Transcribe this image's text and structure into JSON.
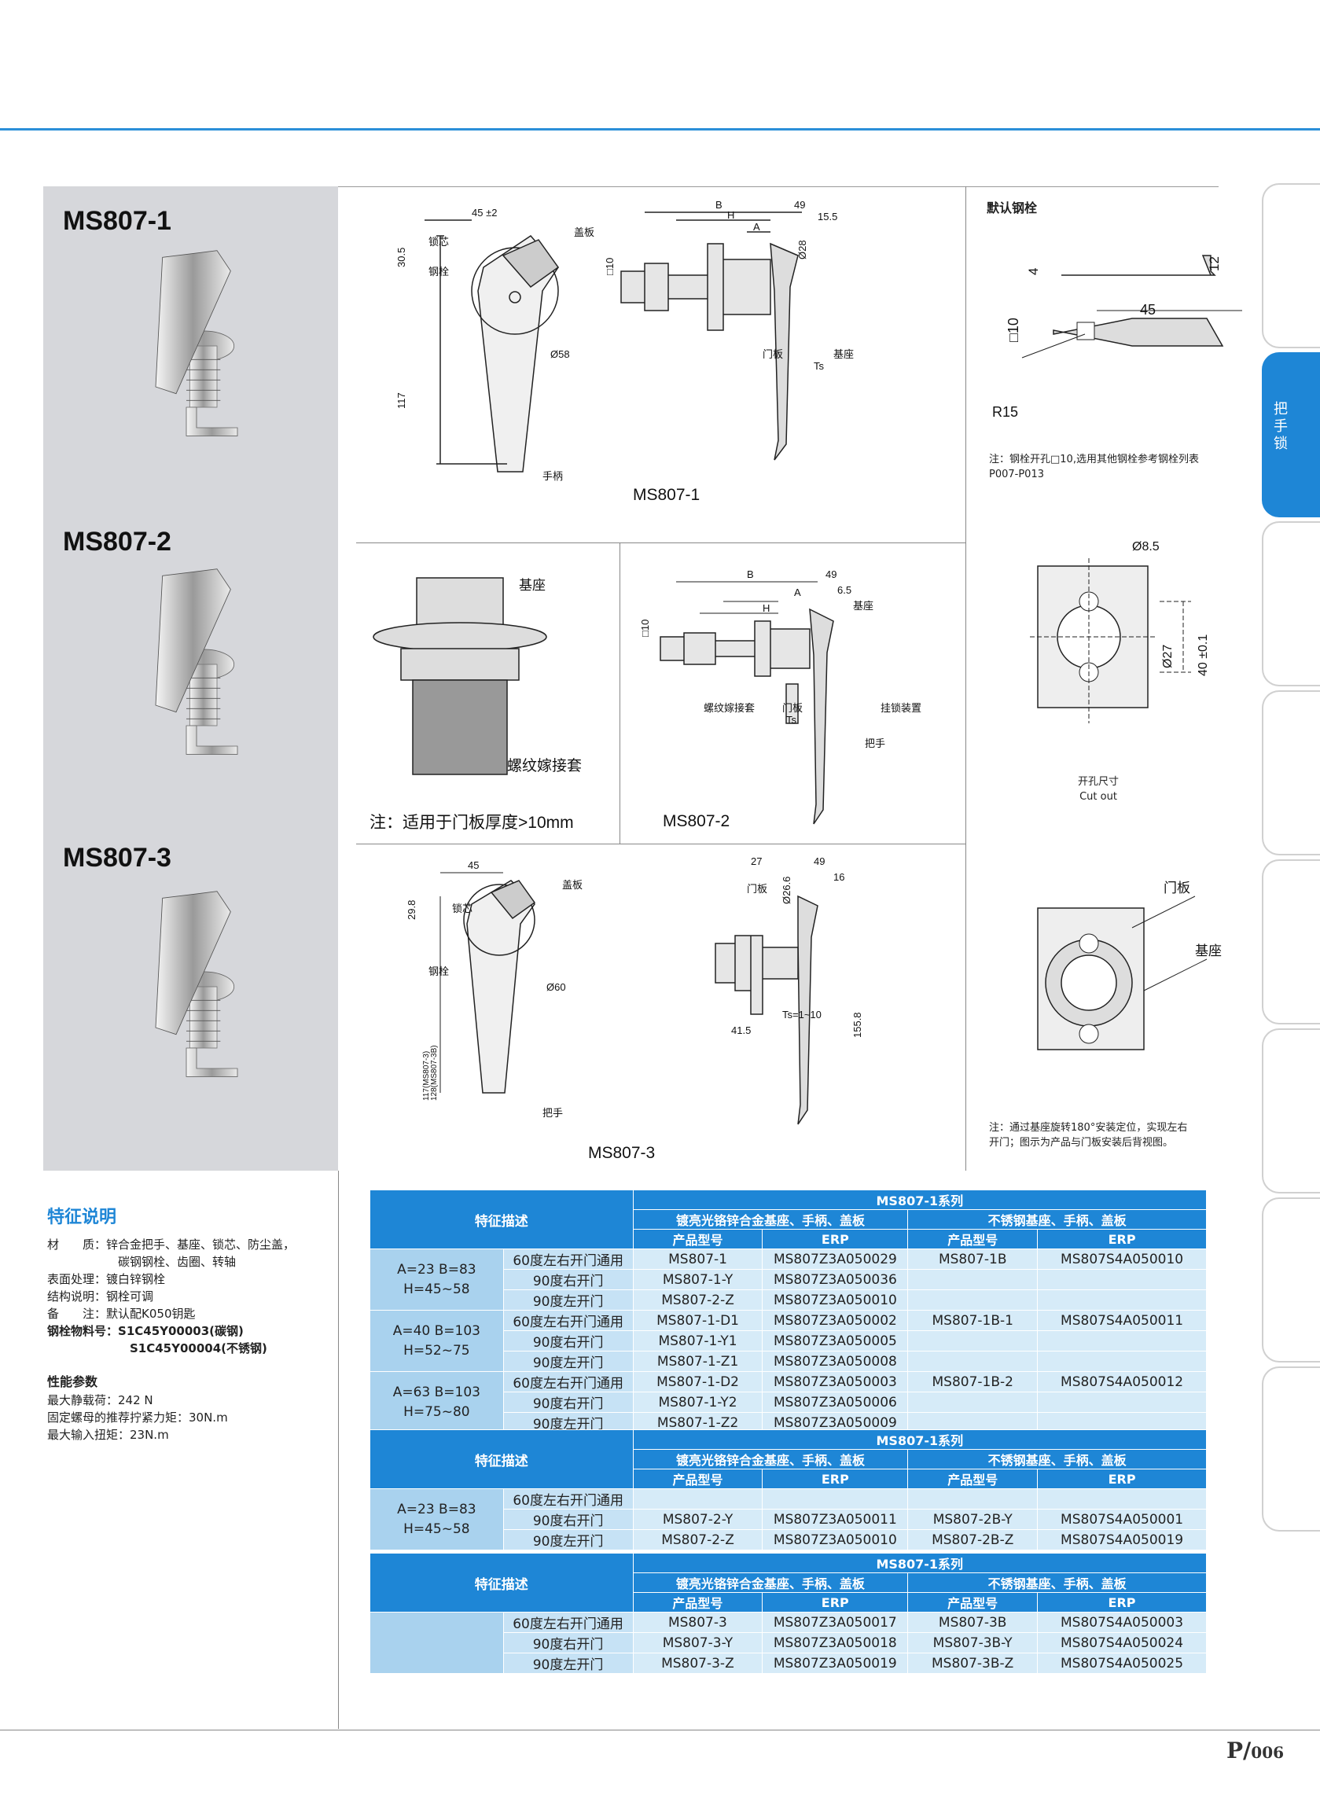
{
  "models": [
    {
      "title": "MS807-1"
    },
    {
      "title": "MS807-2"
    },
    {
      "title": "MS807-3"
    }
  ],
  "drawings": {
    "ms807_1": {
      "caption": "MS807-1",
      "dims": [
        "45 ±2",
        "30.5",
        "117",
        "Ø58",
        "B",
        "H",
        "A",
        "49",
        "15.5",
        "□10",
        "Ø28",
        "Ts"
      ],
      "labels": [
        "锁芯",
        "钢栓",
        "盖板",
        "手柄",
        "门板",
        "基座"
      ]
    },
    "thread": {
      "labels": [
        "基座",
        "螺纹嫁接套"
      ],
      "note": "注：适用于门板厚度>10mm"
    },
    "ms807_2": {
      "caption": "MS807-2",
      "dims": [
        "B",
        "49",
        "6.5",
        "A",
        "H",
        "□10",
        "Ts"
      ],
      "labels": [
        "基座",
        "螺纹嫁接套",
        "门板",
        "挂锁装置",
        "把手"
      ]
    },
    "ms807_3": {
      "caption": "MS807-3",
      "dims": [
        "45",
        "29.8",
        "Ø60",
        "27",
        "49",
        "16",
        "Ø26.6",
        "41.5",
        "Ts=1~10",
        "155.8",
        "117(MS807-3)",
        "128(MS807-3B)"
      ],
      "labels": [
        "盖板",
        "锁芯",
        "钢栓",
        "把手",
        "门板"
      ]
    },
    "bolt": {
      "title": "默认钢栓",
      "dims": [
        "4",
        "12",
        "45",
        "□10",
        "R15"
      ],
      "note": "注：钢栓开孔□10,选用其他钢栓参考钢栓列表P007-P013"
    },
    "cutout": {
      "dims": [
        "Ø8.5",
        "Ø27",
        "40 ±0.1"
      ],
      "label_cn": "开孔尺寸",
      "label_en": "Cut out"
    },
    "install": {
      "labels": [
        "门板",
        "基座"
      ],
      "note": "注：通过基座旋转180°安装定位，实现左右开门；图示为产品与门板安装后背视图。"
    }
  },
  "side_tab": {
    "label": "把手锁"
  },
  "features": {
    "title": "特征说明",
    "rows": [
      {
        "k": "材　　质：",
        "v": "锌合金把手、基座、锁芯、防尘盖，"
      },
      {
        "k": "",
        "v": "碳钢钢栓、齿圈、转轴"
      },
      {
        "k": "表面处理：",
        "v": "镀白锌钢栓"
      },
      {
        "k": "结构说明：",
        "v": "钢栓可调"
      },
      {
        "k": "备　　注：",
        "v": "默认配K050钥匙"
      },
      {
        "k": "钢栓物料号：",
        "v": "S1C45Y00003(碳钢)"
      },
      {
        "k": "",
        "v": "S1C45Y00004(不锈钢)"
      }
    ],
    "perf_title": "性能参数",
    "perf": [
      "最大静载荷：242 N",
      "固定螺母的推荐拧紧力矩：30N.m",
      "最大输入扭矩：23N.m"
    ]
  },
  "tables": [
    {
      "series": "MS807-1系列",
      "feature_label": "特征描述",
      "group_a": "镀亮光铬锌合金基座、手柄、盖板",
      "group_b": "不锈钢基座、手柄、盖板",
      "sub": [
        "产品型号",
        "ERP",
        "产品型号",
        "ERP"
      ],
      "groups": [
        {
          "spec": "A=23 B=83\nH=45~58",
          "rows": [
            [
              "60度左右开门通用",
              "MS807-1",
              "MS807Z3A050029",
              "MS807-1B",
              "MS807S4A050010"
            ],
            [
              "90度右开门",
              "MS807-1-Y",
              "MS807Z3A050036",
              "",
              ""
            ],
            [
              "90度左开门",
              "MS807-2-Z",
              "MS807Z3A050010",
              "",
              ""
            ]
          ]
        },
        {
          "spec": "A=40 B=103\nH=52~75",
          "rows": [
            [
              "60度左右开门通用",
              "MS807-1-D1",
              "MS807Z3A050002",
              "MS807-1B-1",
              "MS807S4A050011"
            ],
            [
              "90度右开门",
              "MS807-1-Y1",
              "MS807Z3A050005",
              "",
              ""
            ],
            [
              "90度左开门",
              "MS807-1-Z1",
              "MS807Z3A050008",
              "",
              ""
            ]
          ]
        },
        {
          "spec": "A=63 B=103\nH=75~80",
          "rows": [
            [
              "60度左右开门通用",
              "MS807-1-D2",
              "MS807Z3A050003",
              "MS807-1B-2",
              "MS807S4A050012"
            ],
            [
              "90度右开门",
              "MS807-1-Y2",
              "MS807Z3A050006",
              "",
              ""
            ],
            [
              "90度左开门",
              "MS807-1-Z2",
              "MS807Z3A050009",
              "",
              ""
            ]
          ]
        }
      ]
    },
    {
      "series": "MS807-1系列",
      "feature_label": "特征描述",
      "group_a": "镀亮光铬锌合金基座、手柄、盖板",
      "group_b": "不锈钢基座、手柄、盖板",
      "sub": [
        "产品型号",
        "ERP",
        "产品型号",
        "ERP"
      ],
      "groups": [
        {
          "spec": "A=23 B=83\nH=45~58",
          "rows": [
            [
              "60度左右开门通用",
              "",
              "",
              "",
              ""
            ],
            [
              "90度右开门",
              "MS807-2-Y",
              "MS807Z3A050011",
              "MS807-2B-Y",
              "MS807S4A050001"
            ],
            [
              "90度左开门",
              "MS807-2-Z",
              "MS807Z3A050010",
              "MS807-2B-Z",
              "MS807S4A050019"
            ]
          ]
        }
      ]
    },
    {
      "series": "MS807-1系列",
      "feature_label": "特征描述",
      "group_a": "镀亮光铬锌合金基座、手柄、盖板",
      "group_b": "不锈钢基座、手柄、盖板",
      "sub": [
        "产品型号",
        "ERP",
        "产品型号",
        "ERP"
      ],
      "groups": [
        {
          "spec": "",
          "rows": [
            [
              "60度左右开门通用",
              "MS807-3",
              "MS807Z3A050017",
              "MS807-3B",
              "MS807S4A050003"
            ],
            [
              "90度右开门",
              "MS807-3-Y",
              "MS807Z3A050018",
              "MS807-3B-Y",
              "MS807S4A050024"
            ],
            [
              "90度左开门",
              "MS807-3-Z",
              "MS807Z3A050019",
              "MS807-3B-Z",
              "MS807S4A050025"
            ]
          ]
        }
      ]
    }
  ],
  "page": {
    "prefix": "P/",
    "num": "006"
  }
}
